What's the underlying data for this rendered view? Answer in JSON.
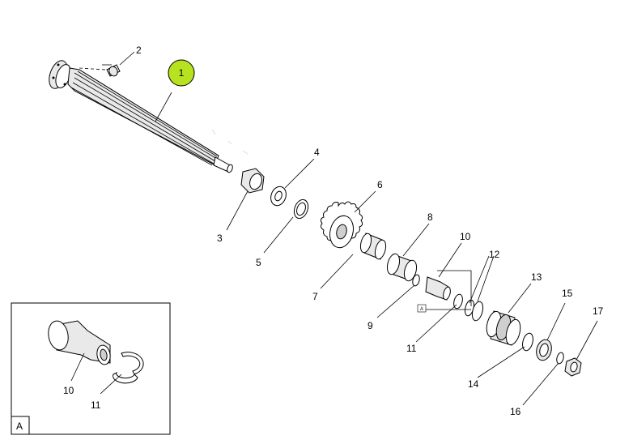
{
  "highlight_color": "#b6e21f",
  "callouts": {
    "c1": "1",
    "c2": "2",
    "c3": "3",
    "c4": "4",
    "c5": "5",
    "c6": "6",
    "c7": "7",
    "c8": "8",
    "c9": "9",
    "c10": "10",
    "c11": "11",
    "c12": "12",
    "c13": "13",
    "c14": "14",
    "c15": "15",
    "c16": "16",
    "c17": "17"
  },
  "view_ref": "A",
  "detail": {
    "label_10": "10",
    "label_11": "11",
    "view_label": "A"
  }
}
